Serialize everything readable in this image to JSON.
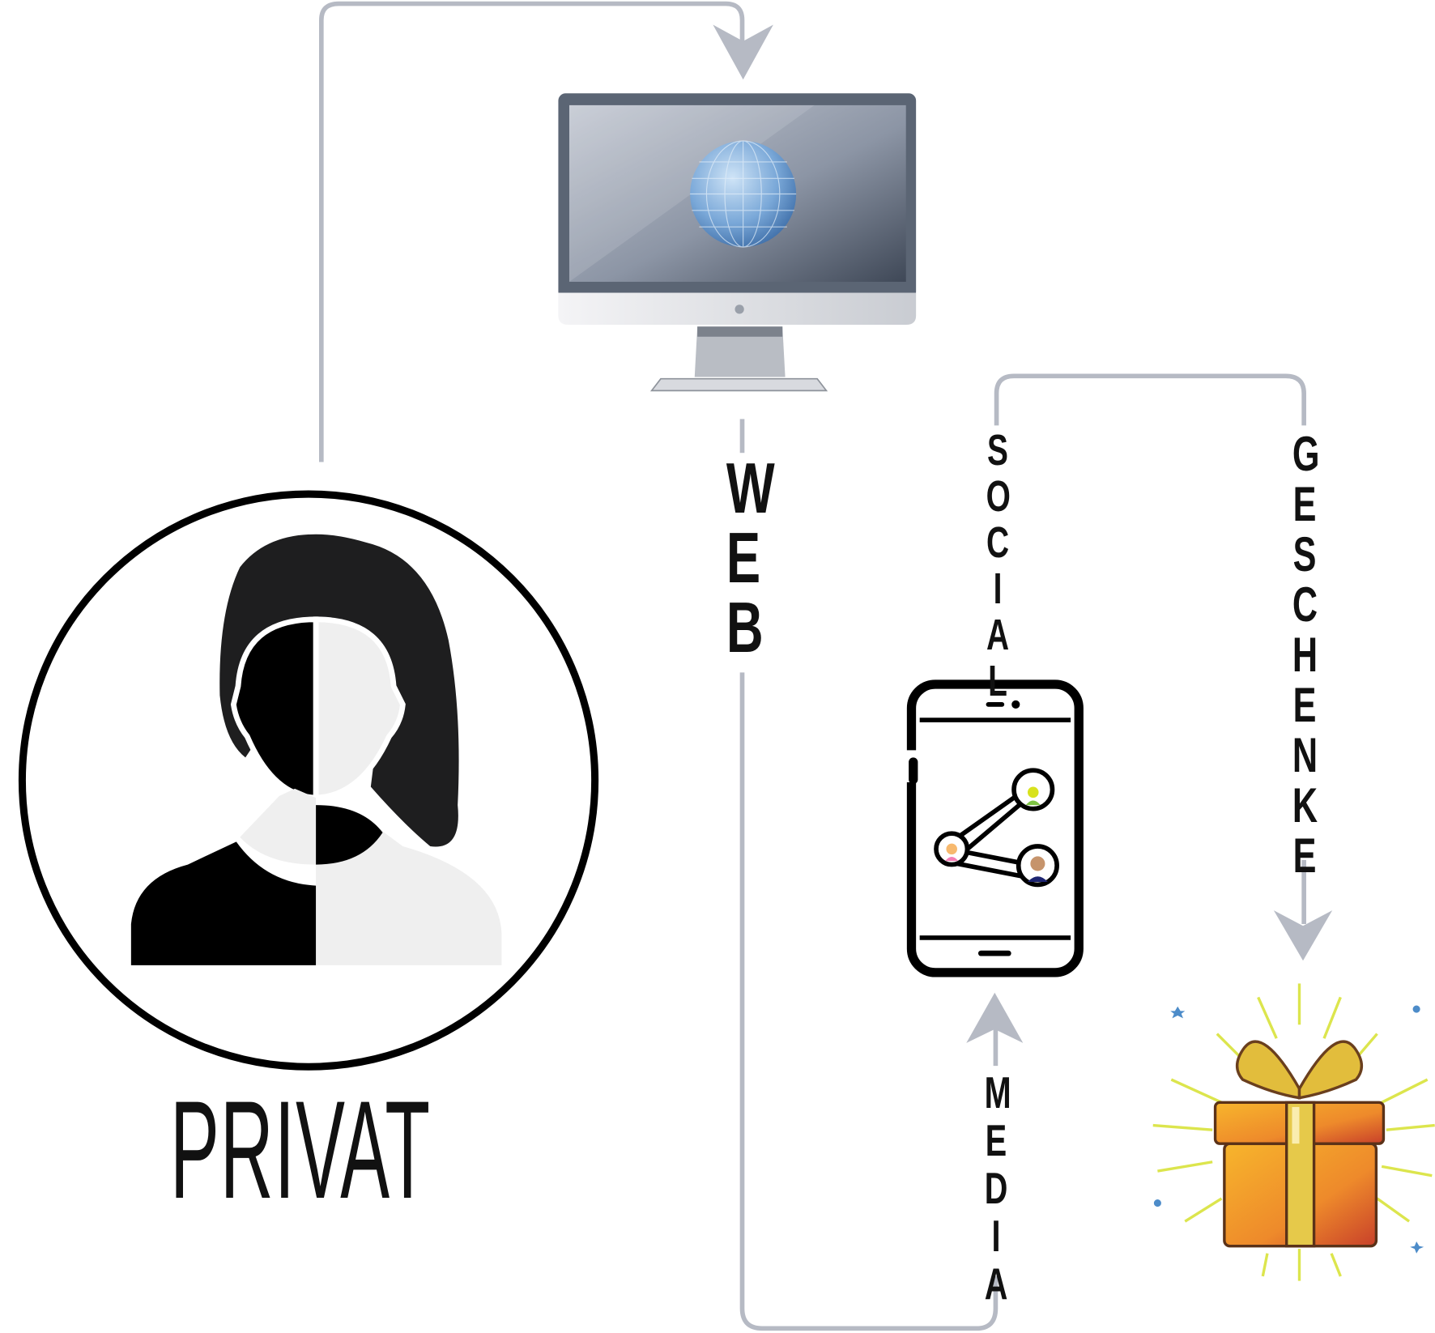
{
  "labels": {
    "privat": "PRIVAT",
    "web": "WEB",
    "social": "SOCIAL",
    "media": "MEDIA",
    "geschenke": "GESCHENKE"
  },
  "icons": [
    "person-avatar-icon",
    "computer-monitor-icon",
    "globe-icon",
    "smartphone-icon",
    "share-network-icon",
    "gift-box-icon"
  ],
  "colors": {
    "connector": "#b6bac4",
    "ink": "#111111",
    "gift_orange": "#ef8a2a",
    "gift_ribbon": "#e6c94a"
  }
}
